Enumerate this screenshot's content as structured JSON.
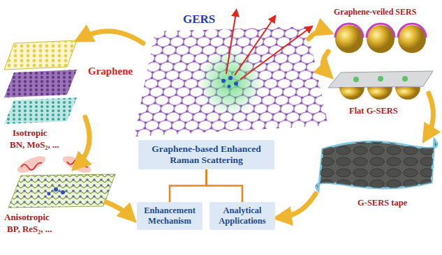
{
  "diagram": {
    "nodes": [
      {
        "text": [
          "Graphene-based Enhanced Raman Scattering"
        ]
      },
      {
        "text": [
          "Enhancement Mechanism"
        ]
      },
      {
        "text": [
          "Analytical Applications"
        ]
      }
    ],
    "edges": [
      {
        "from": 0,
        "to": 1,
        "arrow": "none"
      },
      {
        "from": 0,
        "to": 2,
        "arrow": "none"
      }
    ],
    "labels": [
      "GERS",
      "Graphene",
      "Graphene-veiled SERS",
      "Flat G-SERS",
      "G-SERS tape",
      "Isotropic",
      "BN, MoS₂, ...",
      "Anisotropic",
      "BP, ReS₂, ..."
    ]
  }
}
